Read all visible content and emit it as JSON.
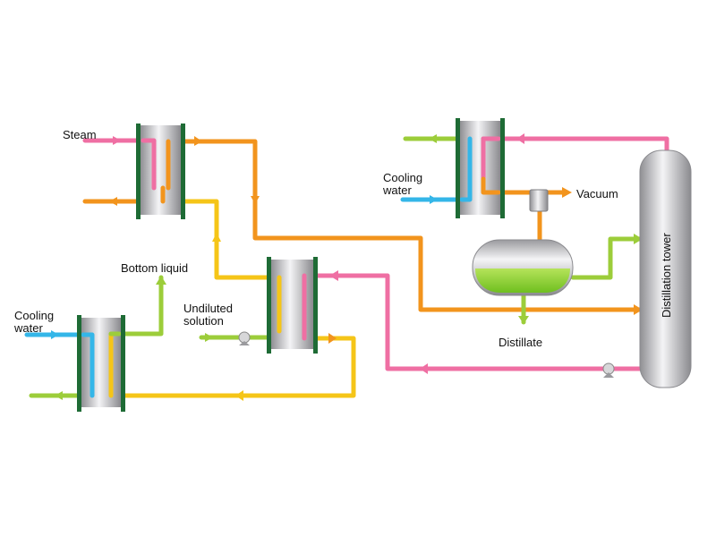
{
  "labels": {
    "steam": "Steam",
    "cooling_water_left": [
      "Cooling",
      "water"
    ],
    "cooling_water_right": [
      "Cooling",
      "water"
    ],
    "bottom_liquid": "Bottom liquid",
    "undiluted_solution": [
      "Undiluted",
      "solution"
    ],
    "vacuum": "Vacuum",
    "distillate": "Distillate",
    "distillation_tower": "Distillation tower"
  },
  "colors": {
    "steam": "#ef6fa3",
    "hot_orange": "#f2941d",
    "yellow": "#f5c518",
    "green": "#9ccd3a",
    "cooling_blue": "#34b6e8",
    "plate": "#1e6b35",
    "liquid": "#8fd13a"
  }
}
